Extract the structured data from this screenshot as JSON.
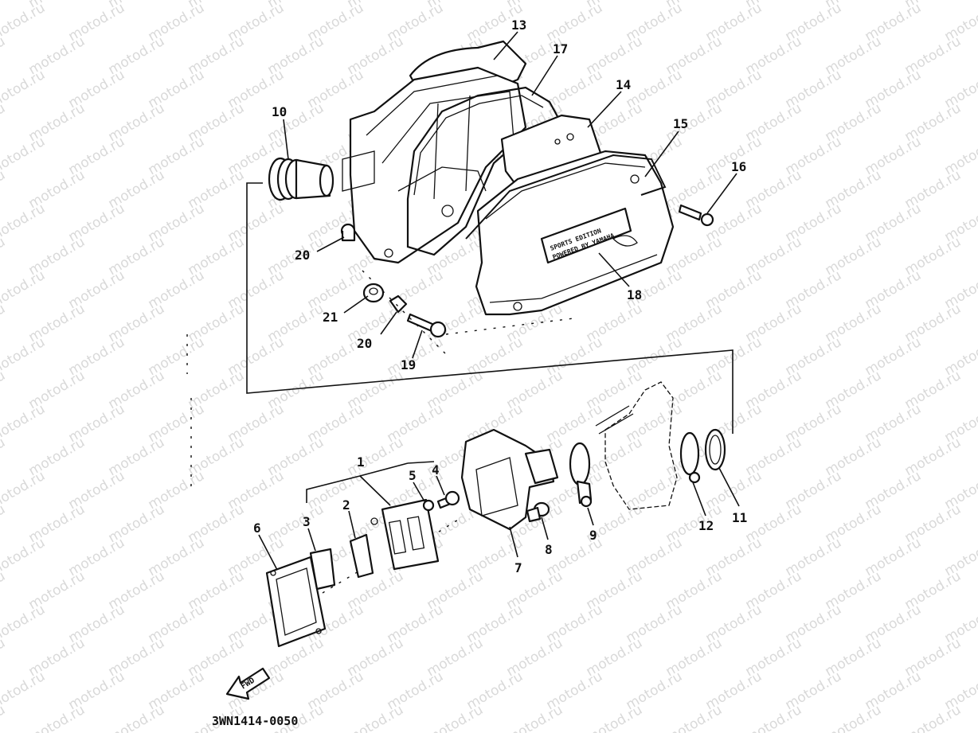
{
  "watermark": "motod.ru",
  "diagram_code": "3WN1414-0050",
  "fwd_label": "FWD",
  "nameplate": {
    "line1": "SPORTS EDITION",
    "line2": "POWERED BY YAMAHA"
  },
  "callouts": {
    "p1": "1",
    "p2": "2",
    "p3": "3",
    "p4": "4",
    "p5": "5",
    "p6": "6",
    "p7": "7",
    "p8": "8",
    "p9": "9",
    "p10": "10",
    "p11": "11",
    "p12": "12",
    "p13": "13",
    "p14": "14",
    "p15": "15",
    "p16": "16",
    "p17": "17",
    "p18": "18",
    "p19": "19",
    "p20a": "20",
    "p20b": "20",
    "p21": "21"
  }
}
